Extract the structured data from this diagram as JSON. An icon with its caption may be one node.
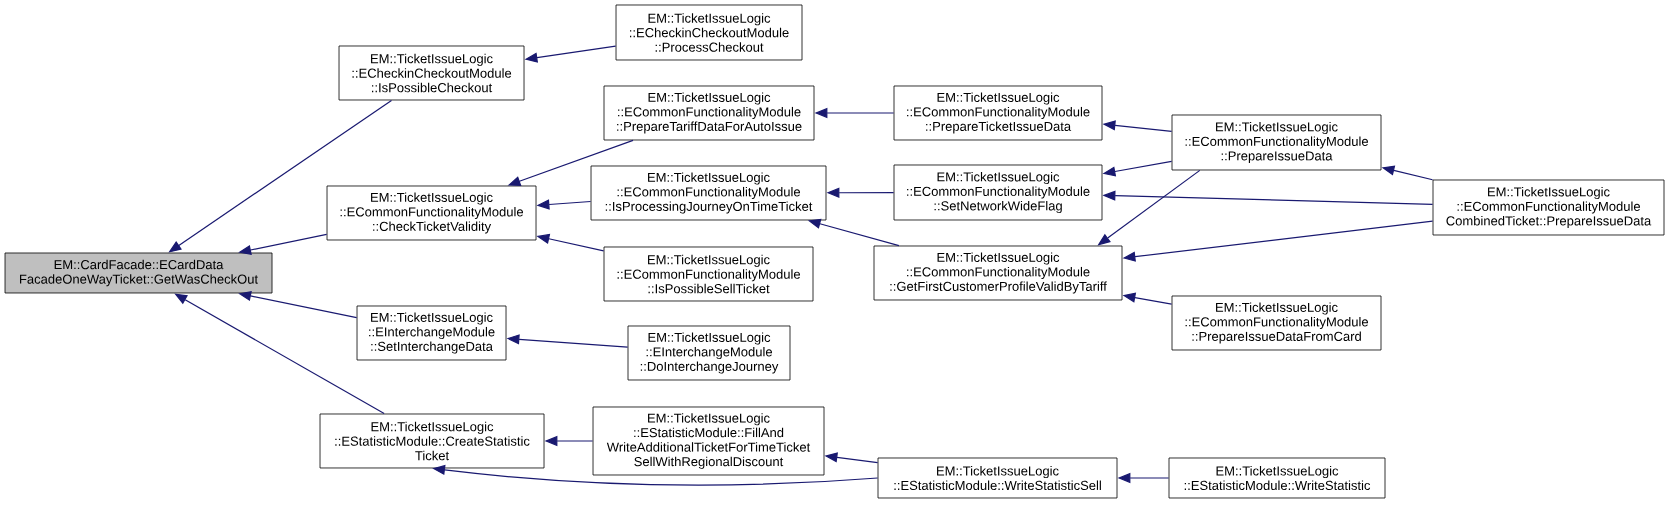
{
  "diagram": {
    "nodes": [
      {
        "text": [
          "EM::CardFacade::ECardData FacadeOneWayTicket::GetWasCheckOut"
        ]
      },
      {
        "text": [
          "EM::TicketIssueLogic ::ECheckinCheckoutModule ::IsPossibleCheckout"
        ]
      },
      {
        "text": [
          "EM::TicketIssueLogic ::ECheckinCheckoutModule ::ProcessCheckout"
        ]
      },
      {
        "text": [
          "EM::TicketIssueLogic ::ECommonFunctionalityModule ::CheckTicketValidity"
        ]
      },
      {
        "text": [
          "EM::TicketIssueLogic ::ECommonFunctionalityModule ::PrepareTariffDataForAutoIssue"
        ]
      },
      {
        "text": [
          "EM::TicketIssueLogic ::ECommonFunctionalityModule ::IsProcessingJourneyOnTimeTicket"
        ]
      },
      {
        "text": [
          "EM::TicketIssueLogic ::ECommonFunctionalityModule ::IsPossibleSellTicket"
        ]
      },
      {
        "text": [
          "EM::TicketIssueLogic ::EInterchangeModule ::SetInterchangeData"
        ]
      },
      {
        "text": [
          "EM::TicketIssueLogic ::EInterchangeModule ::DoInterchangeJourney"
        ]
      },
      {
        "text": [
          "EM::TicketIssueLogic ::EStatisticModule::CreateStatistic Ticket"
        ]
      },
      {
        "text": [
          "EM::TicketIssueLogic ::EStatisticModule::FillAnd WriteAdditionalTicketForTimeTicket SellWithRegionalDiscount"
        ]
      },
      {
        "text": [
          "EM::TicketIssueLogic ::ECommonFunctionalityModule ::PrepareTicketIssueData"
        ]
      },
      {
        "text": [
          "EM::TicketIssueLogic ::ECommonFunctionalityModule ::SetNetworkWideFlag"
        ]
      },
      {
        "text": [
          "EM::TicketIssueLogic ::ECommonFunctionalityModule ::GetFirstCustomerProfileValidByTariff"
        ]
      },
      {
        "text": [
          "EM::TicketIssueLogic ::ECommonFunctionalityModule ::PrepareIssueData"
        ]
      },
      {
        "text": [
          "EM::TicketIssueLogic ::ECommonFunctionalityModule ::PrepareIssueDataFromCard"
        ]
      },
      {
        "text": [
          "EM::TicketIssueLogic ::ECommonFunctionalityModule CombinedTicket::PrepareIssueData"
        ]
      },
      {
        "text": [
          "EM::TicketIssueLogic ::EStatisticModule::WriteStatisticSell"
        ]
      },
      {
        "text": [
          "EM::TicketIssueLogic ::EStatisticModule::WriteStatistic"
        ]
      }
    ],
    "edges": [
      {
        "from": 1,
        "to": 0,
        "arrow": "to"
      },
      {
        "from": 3,
        "to": 0,
        "arrow": "to"
      },
      {
        "from": 7,
        "to": 0,
        "arrow": "to"
      },
      {
        "from": 9,
        "to": 0,
        "arrow": "to"
      },
      {
        "from": 2,
        "to": 1,
        "arrow": "to"
      },
      {
        "from": 4,
        "to": 3,
        "arrow": "to"
      },
      {
        "from": 5,
        "to": 3,
        "arrow": "to"
      },
      {
        "from": 6,
        "to": 3,
        "arrow": "to"
      },
      {
        "from": 8,
        "to": 7,
        "arrow": "to"
      },
      {
        "from": 10,
        "to": 9,
        "arrow": "to"
      },
      {
        "from": 17,
        "to": 9,
        "arrow": "to"
      },
      {
        "from": 11,
        "to": 4,
        "arrow": "to"
      },
      {
        "from": 12,
        "to": 5,
        "arrow": "to"
      },
      {
        "from": 13,
        "to": 5,
        "arrow": "to"
      },
      {
        "from": 14,
        "to": 11,
        "arrow": "to"
      },
      {
        "from": 14,
        "to": 12,
        "arrow": "to"
      },
      {
        "from": 16,
        "to": 12,
        "arrow": "to"
      },
      {
        "from": 14,
        "to": 13,
        "arrow": "to"
      },
      {
        "from": 16,
        "to": 13,
        "arrow": "to"
      },
      {
        "from": 15,
        "to": 13,
        "arrow": "to"
      },
      {
        "from": 16,
        "to": 14,
        "arrow": "to"
      },
      {
        "from": 17,
        "to": 10,
        "arrow": "to"
      },
      {
        "from": 18,
        "to": 17,
        "arrow": "to"
      }
    ]
  }
}
